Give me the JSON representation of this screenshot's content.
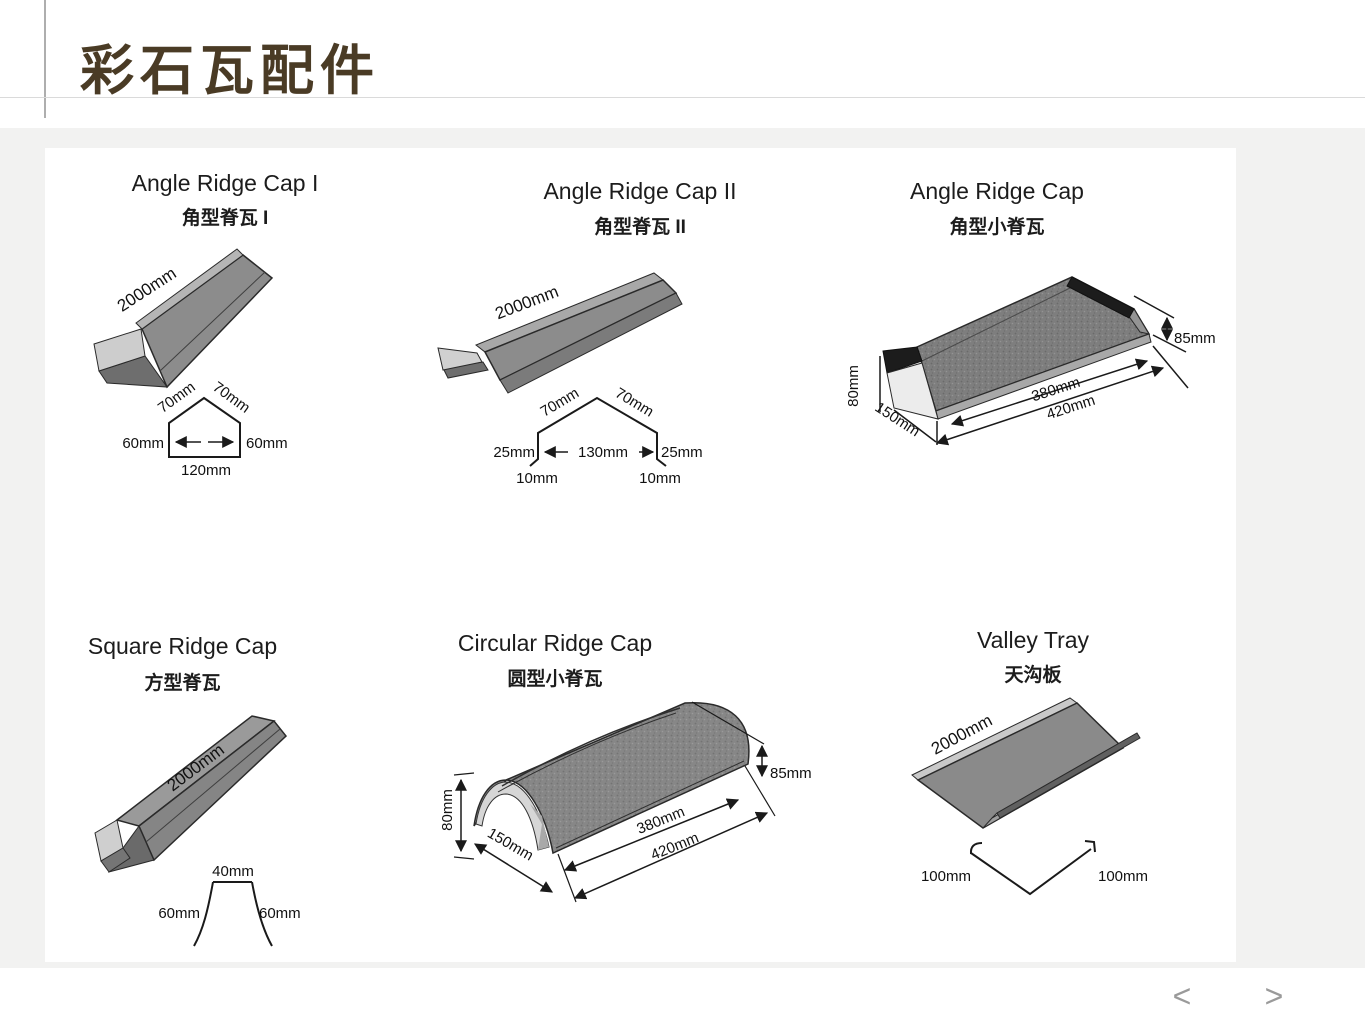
{
  "page": {
    "title": "彩石瓦配件"
  },
  "pager": {
    "prev": "<",
    "next": ">"
  },
  "products": [
    {
      "name_en": "Angle Ridge Cap I",
      "name_zh": "角型脊瓦 I",
      "length_label": "2000mm",
      "dims": {
        "slope_left": "70mm",
        "slope_right": "70mm",
        "side_left": "60mm",
        "side_right": "60mm",
        "width": "120mm"
      }
    },
    {
      "name_en": "Angle Ridge Cap II",
      "name_zh": "角型脊瓦 II",
      "length_label": "2000mm",
      "dims": {
        "slope_left": "70mm",
        "slope_right": "70mm",
        "side_left": "25mm",
        "side_right": "25mm",
        "width": "130mm",
        "flare_left": "10mm",
        "flare_right": "10mm"
      }
    },
    {
      "name_en": "Angle Ridge Cap",
      "name_zh": "角型小脊瓦",
      "dims": {
        "height": "80mm",
        "depth": "150mm",
        "inner_length": "380mm",
        "outer_length": "420mm",
        "end_height": "85mm"
      }
    },
    {
      "name_en": "Square Ridge Cap",
      "name_zh": "方型脊瓦",
      "length_label": "2000mm",
      "dims": {
        "top": "40mm",
        "side_left": "60mm",
        "side_right": "60mm"
      }
    },
    {
      "name_en": "Circular Ridge Cap",
      "name_zh": "圆型小脊瓦",
      "dims": {
        "height": "80mm",
        "depth": "150mm",
        "inner_length": "380mm",
        "outer_length": "420mm",
        "end_height": "85mm"
      }
    },
    {
      "name_en": "Valley Tray",
      "name_zh": "天沟板",
      "length_label": "2000mm",
      "dims": {
        "side_left": "100mm",
        "side_right": "100mm"
      }
    }
  ]
}
